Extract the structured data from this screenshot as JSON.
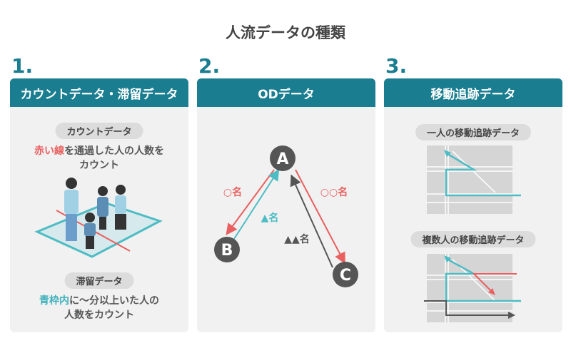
{
  "title": "人流データの種類",
  "panels": [
    {
      "number": "1.",
      "header": "カウントデータ・滞留データ",
      "count_pill": "カウントデータ",
      "count_desc_highlight": "赤い線",
      "count_desc_rest": "を通過した人の人数を",
      "count_desc_line2": "カウント",
      "stay_pill": "滞留データ",
      "stay_desc_highlight": "青枠内",
      "stay_desc_rest": "に〜分以上いた人の",
      "stay_desc_line2": "人数をカウント"
    },
    {
      "number": "2.",
      "header": "ODデータ",
      "nodes": [
        "A",
        "B",
        "C"
      ],
      "labels": {
        "ba": "○名",
        "ab": "▲名",
        "ca": "▲▲名",
        "ac": "○○名"
      }
    },
    {
      "number": "3.",
      "header": "移動追跡データ",
      "pill1": "一人の移動追跡データ",
      "pill2": "複数人の移動追跡データ"
    }
  ],
  "colors": {
    "accent": "#1a7d90",
    "red": "#e8605f",
    "teal": "#4ebcc4",
    "dark": "#555555"
  }
}
